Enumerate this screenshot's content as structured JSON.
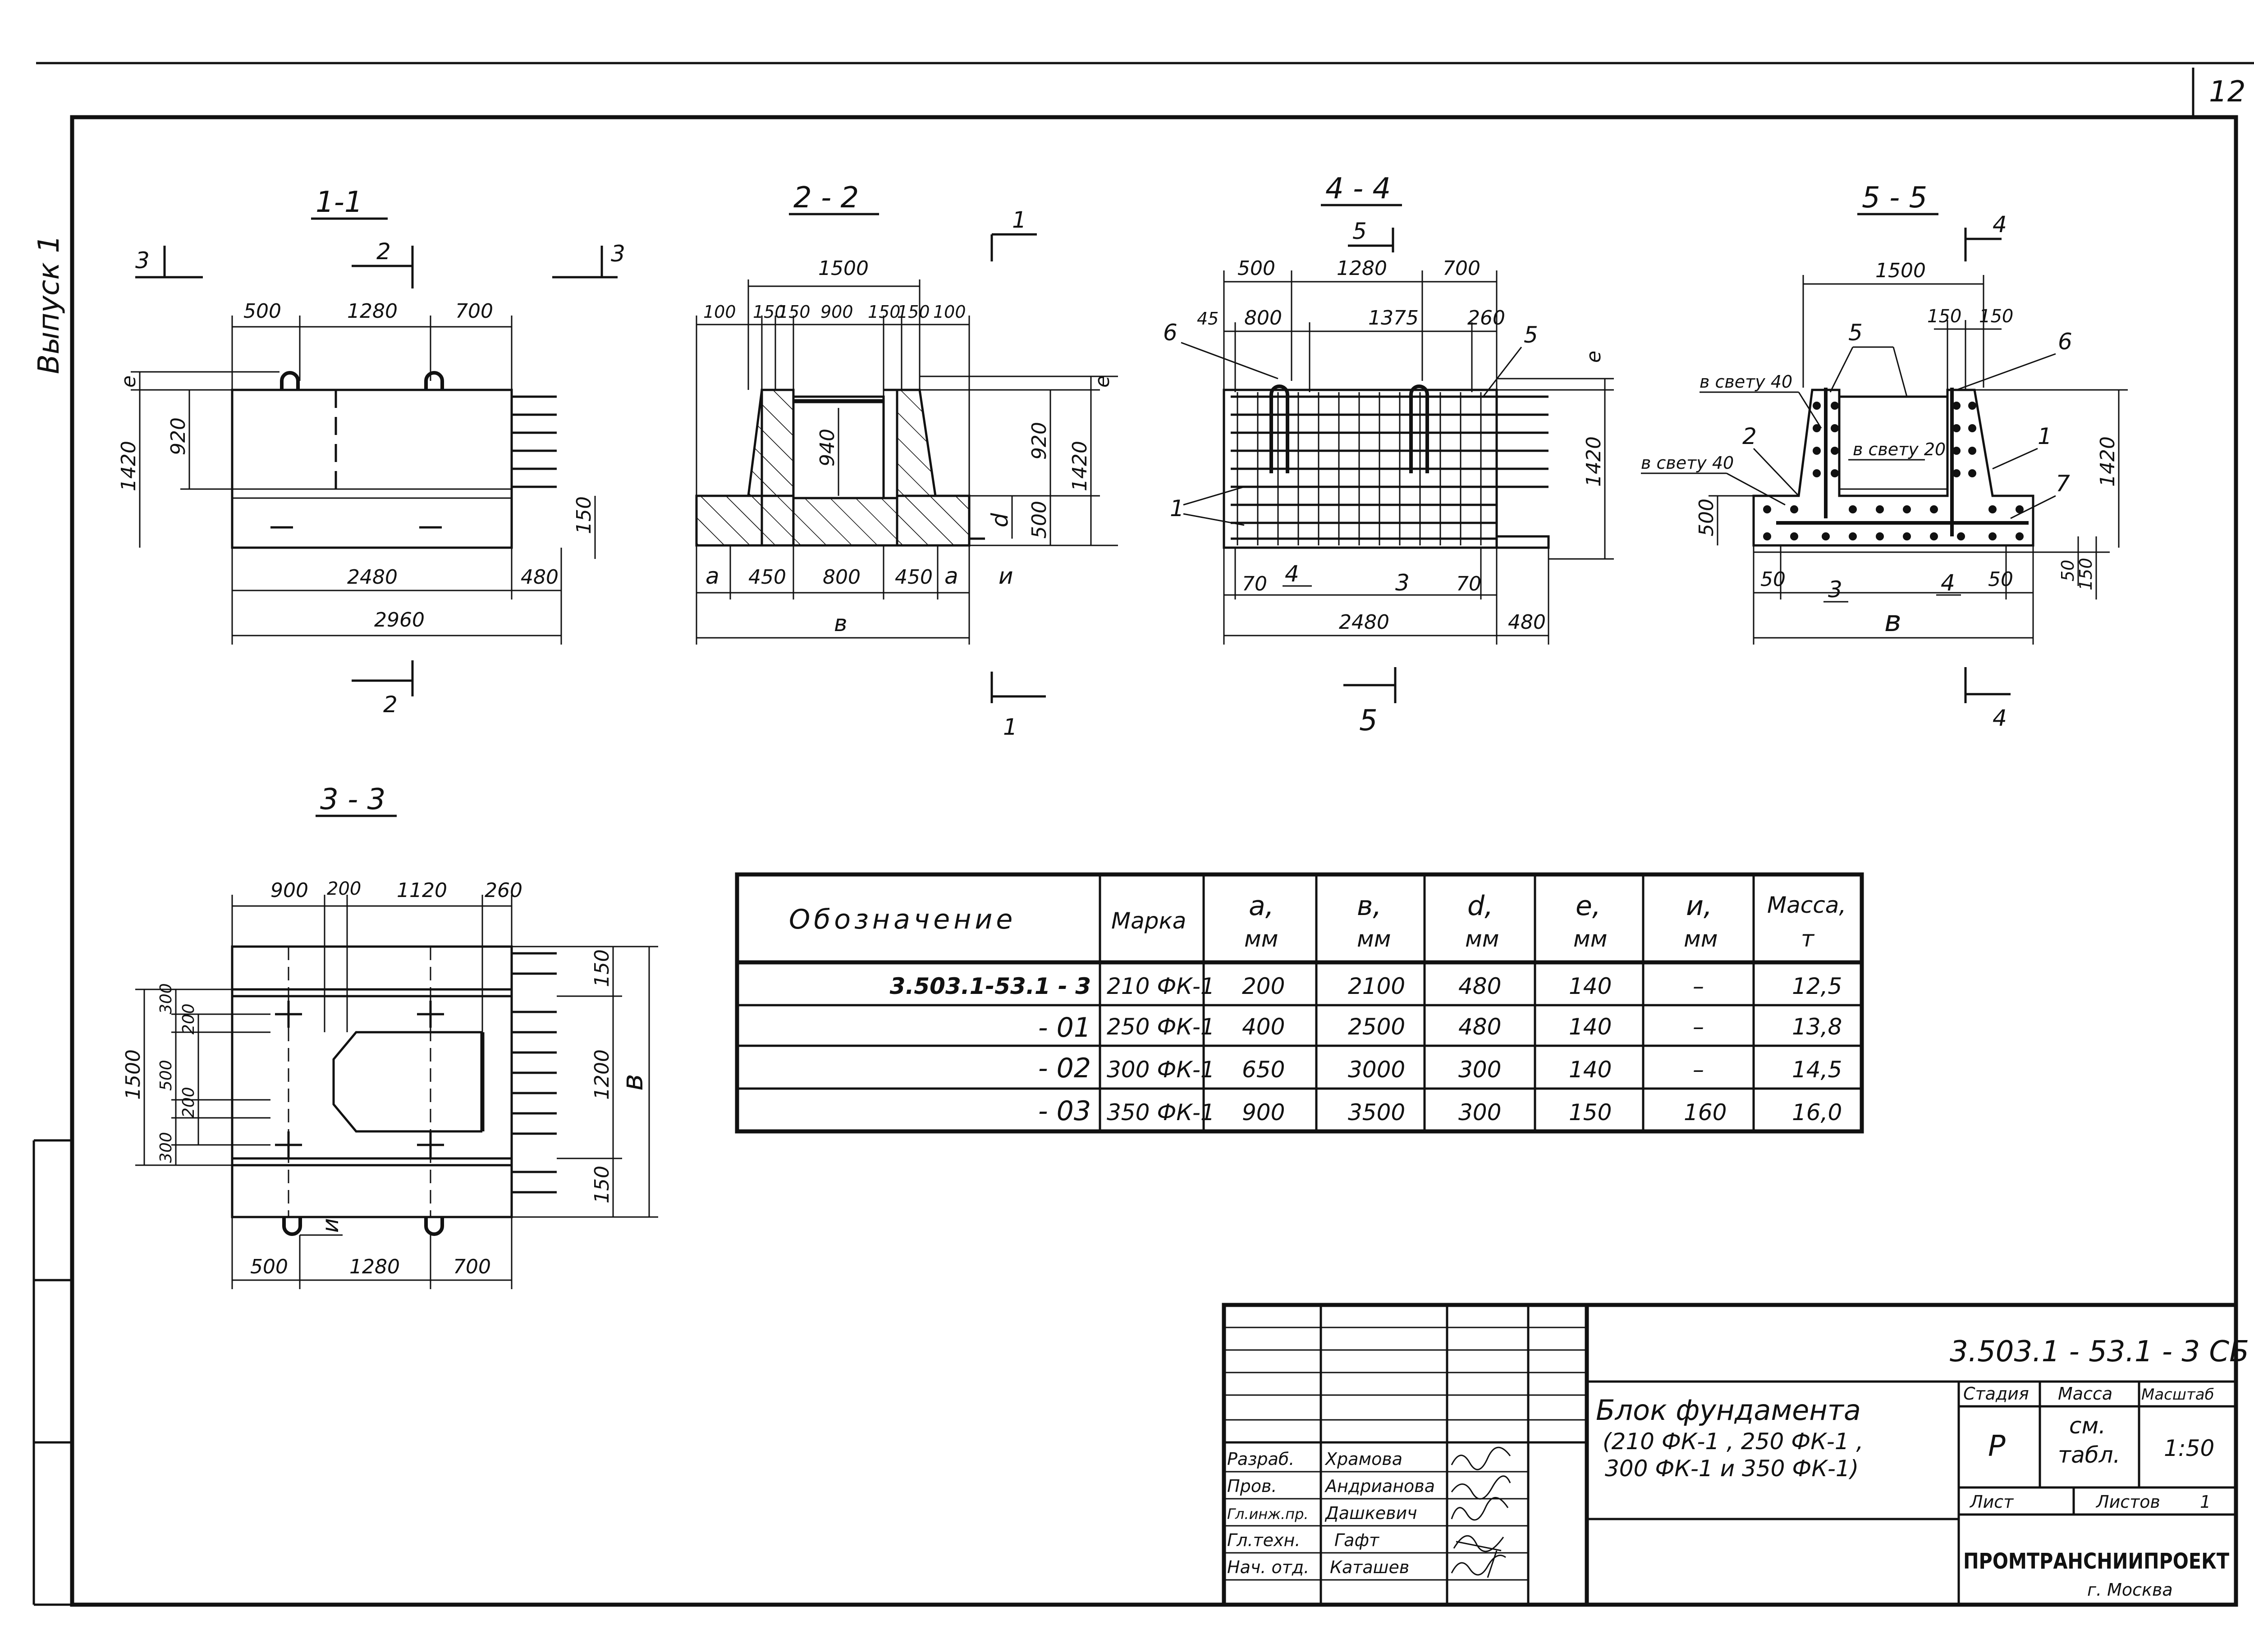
{
  "sheet": {
    "number": "12",
    "vertical_label": "Выпуск 1"
  },
  "sections": {
    "s11": {
      "title": "1-1",
      "cut3_left": "3",
      "cut3_right": "3",
      "cut2_top": "2",
      "cut2_bottom": "2",
      "dims": [
        "500",
        "1280",
        "700",
        "920",
        "1420",
        "150",
        "2480",
        "480",
        "2960"
      ],
      "e": "e"
    },
    "s22": {
      "title": "2 - 2",
      "dims": [
        "1500",
        "100",
        "150",
        "150",
        "900",
        "150",
        "150",
        "100",
        "940",
        "920",
        "1420",
        "500",
        "a",
        "450",
        "800",
        "450",
        "a",
        "и",
        "в"
      ],
      "e": "e",
      "d": "d",
      "cut1_top": "1",
      "cut1_bottom": "1"
    },
    "s44": {
      "title": "4 - 4",
      "cut5_top": "5",
      "cut5_bottom": "5",
      "dims": [
        "500",
        "1280",
        "700",
        "45",
        "800",
        "1375",
        "260",
        "1420",
        "70",
        "70",
        "2480",
        "480"
      ],
      "labels": [
        "6",
        "5",
        "1",
        "4",
        "3"
      ],
      "e": "e"
    },
    "s55": {
      "title": "5 - 5",
      "cut4_top": "4",
      "cut4_bottom": "4",
      "dims": [
        "1500",
        "150",
        "150",
        "1420",
        "500",
        "50",
        "50",
        "50",
        "150",
        "в"
      ],
      "labels": [
        "5",
        "6",
        "1",
        "2",
        "7",
        "3",
        "4"
      ],
      "notes": [
        "в свету 40",
        "в свету 20",
        "в свету 40"
      ]
    },
    "s33": {
      "title": "3 - 3",
      "dims": [
        "900",
        "200",
        "1120",
        "260",
        "150",
        "1200",
        "150",
        "1500",
        "300",
        "200",
        "500",
        "200",
        "300",
        "500",
        "1280",
        "700",
        "и",
        "в"
      ]
    }
  },
  "table": {
    "headers": [
      {
        "main": "Обозначение",
        "unit": ""
      },
      {
        "main": "Марка",
        "unit": ""
      },
      {
        "main": "a,",
        "unit": "мм"
      },
      {
        "main": "в,",
        "unit": "мм"
      },
      {
        "main": "d,",
        "unit": "мм"
      },
      {
        "main": "e,",
        "unit": "мм"
      },
      {
        "main": "и,",
        "unit": "мм"
      },
      {
        "main": "Масса,",
        "unit": "т"
      }
    ],
    "rows": [
      [
        "3.503.1-53.1 - 3",
        "210 ФК-1",
        "200",
        "2100",
        "480",
        "140",
        "–",
        "12,5"
      ],
      [
        "- 01",
        "250 ФК-1",
        "400",
        "2500",
        "480",
        "140",
        "–",
        "13,8"
      ],
      [
        "- 02",
        "300 ФК-1",
        "650",
        "3000",
        "300",
        "140",
        "–",
        "14,5"
      ],
      [
        "- 03",
        "350 ФК-1",
        "900",
        "3500",
        "300",
        "150",
        "160",
        "16,0"
      ]
    ]
  },
  "titleblock": {
    "code": "3.503.1 - 53.1 - 3 СБ",
    "name_line1": "Блок фундамента",
    "name_line2": "(210 ФК-1 ,   250 ФК-1 ,",
    "name_line3": "300 ФК-1   и   350 ФК-1)",
    "stage_h": "Стадия",
    "mass_h": "Масса",
    "scale_h": "Масштаб",
    "stage": "Р",
    "mass_line1": "см.",
    "mass_line2": "табл.",
    "scale": "1:50",
    "sheet_h": "Лист",
    "sheets_h": "Листов",
    "sheets": "1",
    "org": "ПРОМТРАНСНИИПРОЕКТ",
    "city": "г. Москва",
    "staff": [
      {
        "role": "Разраб.",
        "name": "Храмова"
      },
      {
        "role": "Пров.",
        "name": "Андрианова"
      },
      {
        "role": "Гл.инж.пр.",
        "name": "Дашкевич"
      },
      {
        "role": "Гл.техн.",
        "name": "Гафт"
      },
      {
        "role": "Нач. отд.",
        "name": "Каташев"
      }
    ]
  }
}
